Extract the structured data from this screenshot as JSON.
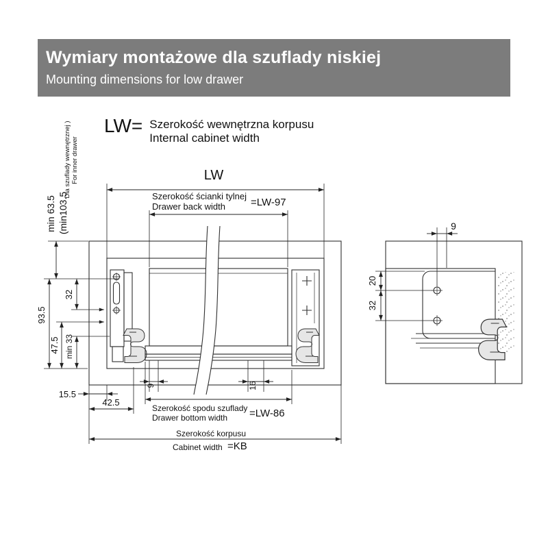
{
  "colors": {
    "header_bg": "#7c7c7c",
    "cabinet_gray": "#c6c6c6",
    "line": "#2f2f2f"
  },
  "header": {
    "title": "Wymiary montażowe dla szuflady niskiej",
    "subtitle": "Mounting dimensions for low drawer"
  },
  "legend": {
    "symbol": "LW=",
    "label_pl": "Szerokość wewnętrzna korpusu",
    "label_en": "Internal cabinet width"
  },
  "main_drawing": {
    "lw_label": "LW",
    "back_width": {
      "pl": "Szerokość ścianki tylnej",
      "en": "Drawer back width",
      "value": "=LW-97"
    },
    "inner_note": {
      "pl": "Dla szuflady wewnętrznej )",
      "en": "For inner drawer"
    },
    "dims": {
      "min_635": "min 63.5",
      "min_1035": "(min103.5",
      "d32": "32",
      "d935": "93.5",
      "d475": "47.5",
      "min33": "min 33",
      "d155": "15.5",
      "d425": "42.5",
      "d9": "9",
      "d16": "16"
    },
    "bottom_width": {
      "pl": "Szerokość spodu szuflady",
      "en": "Drawer bottom width",
      "value": "=LW-86"
    },
    "cabinet_width": {
      "pl": "Szerokość korpusu",
      "en": "Cabinet width",
      "value": "=KB"
    }
  },
  "detail_drawing": {
    "dims": {
      "d9": "9",
      "d20": "20",
      "d32": "32"
    }
  }
}
